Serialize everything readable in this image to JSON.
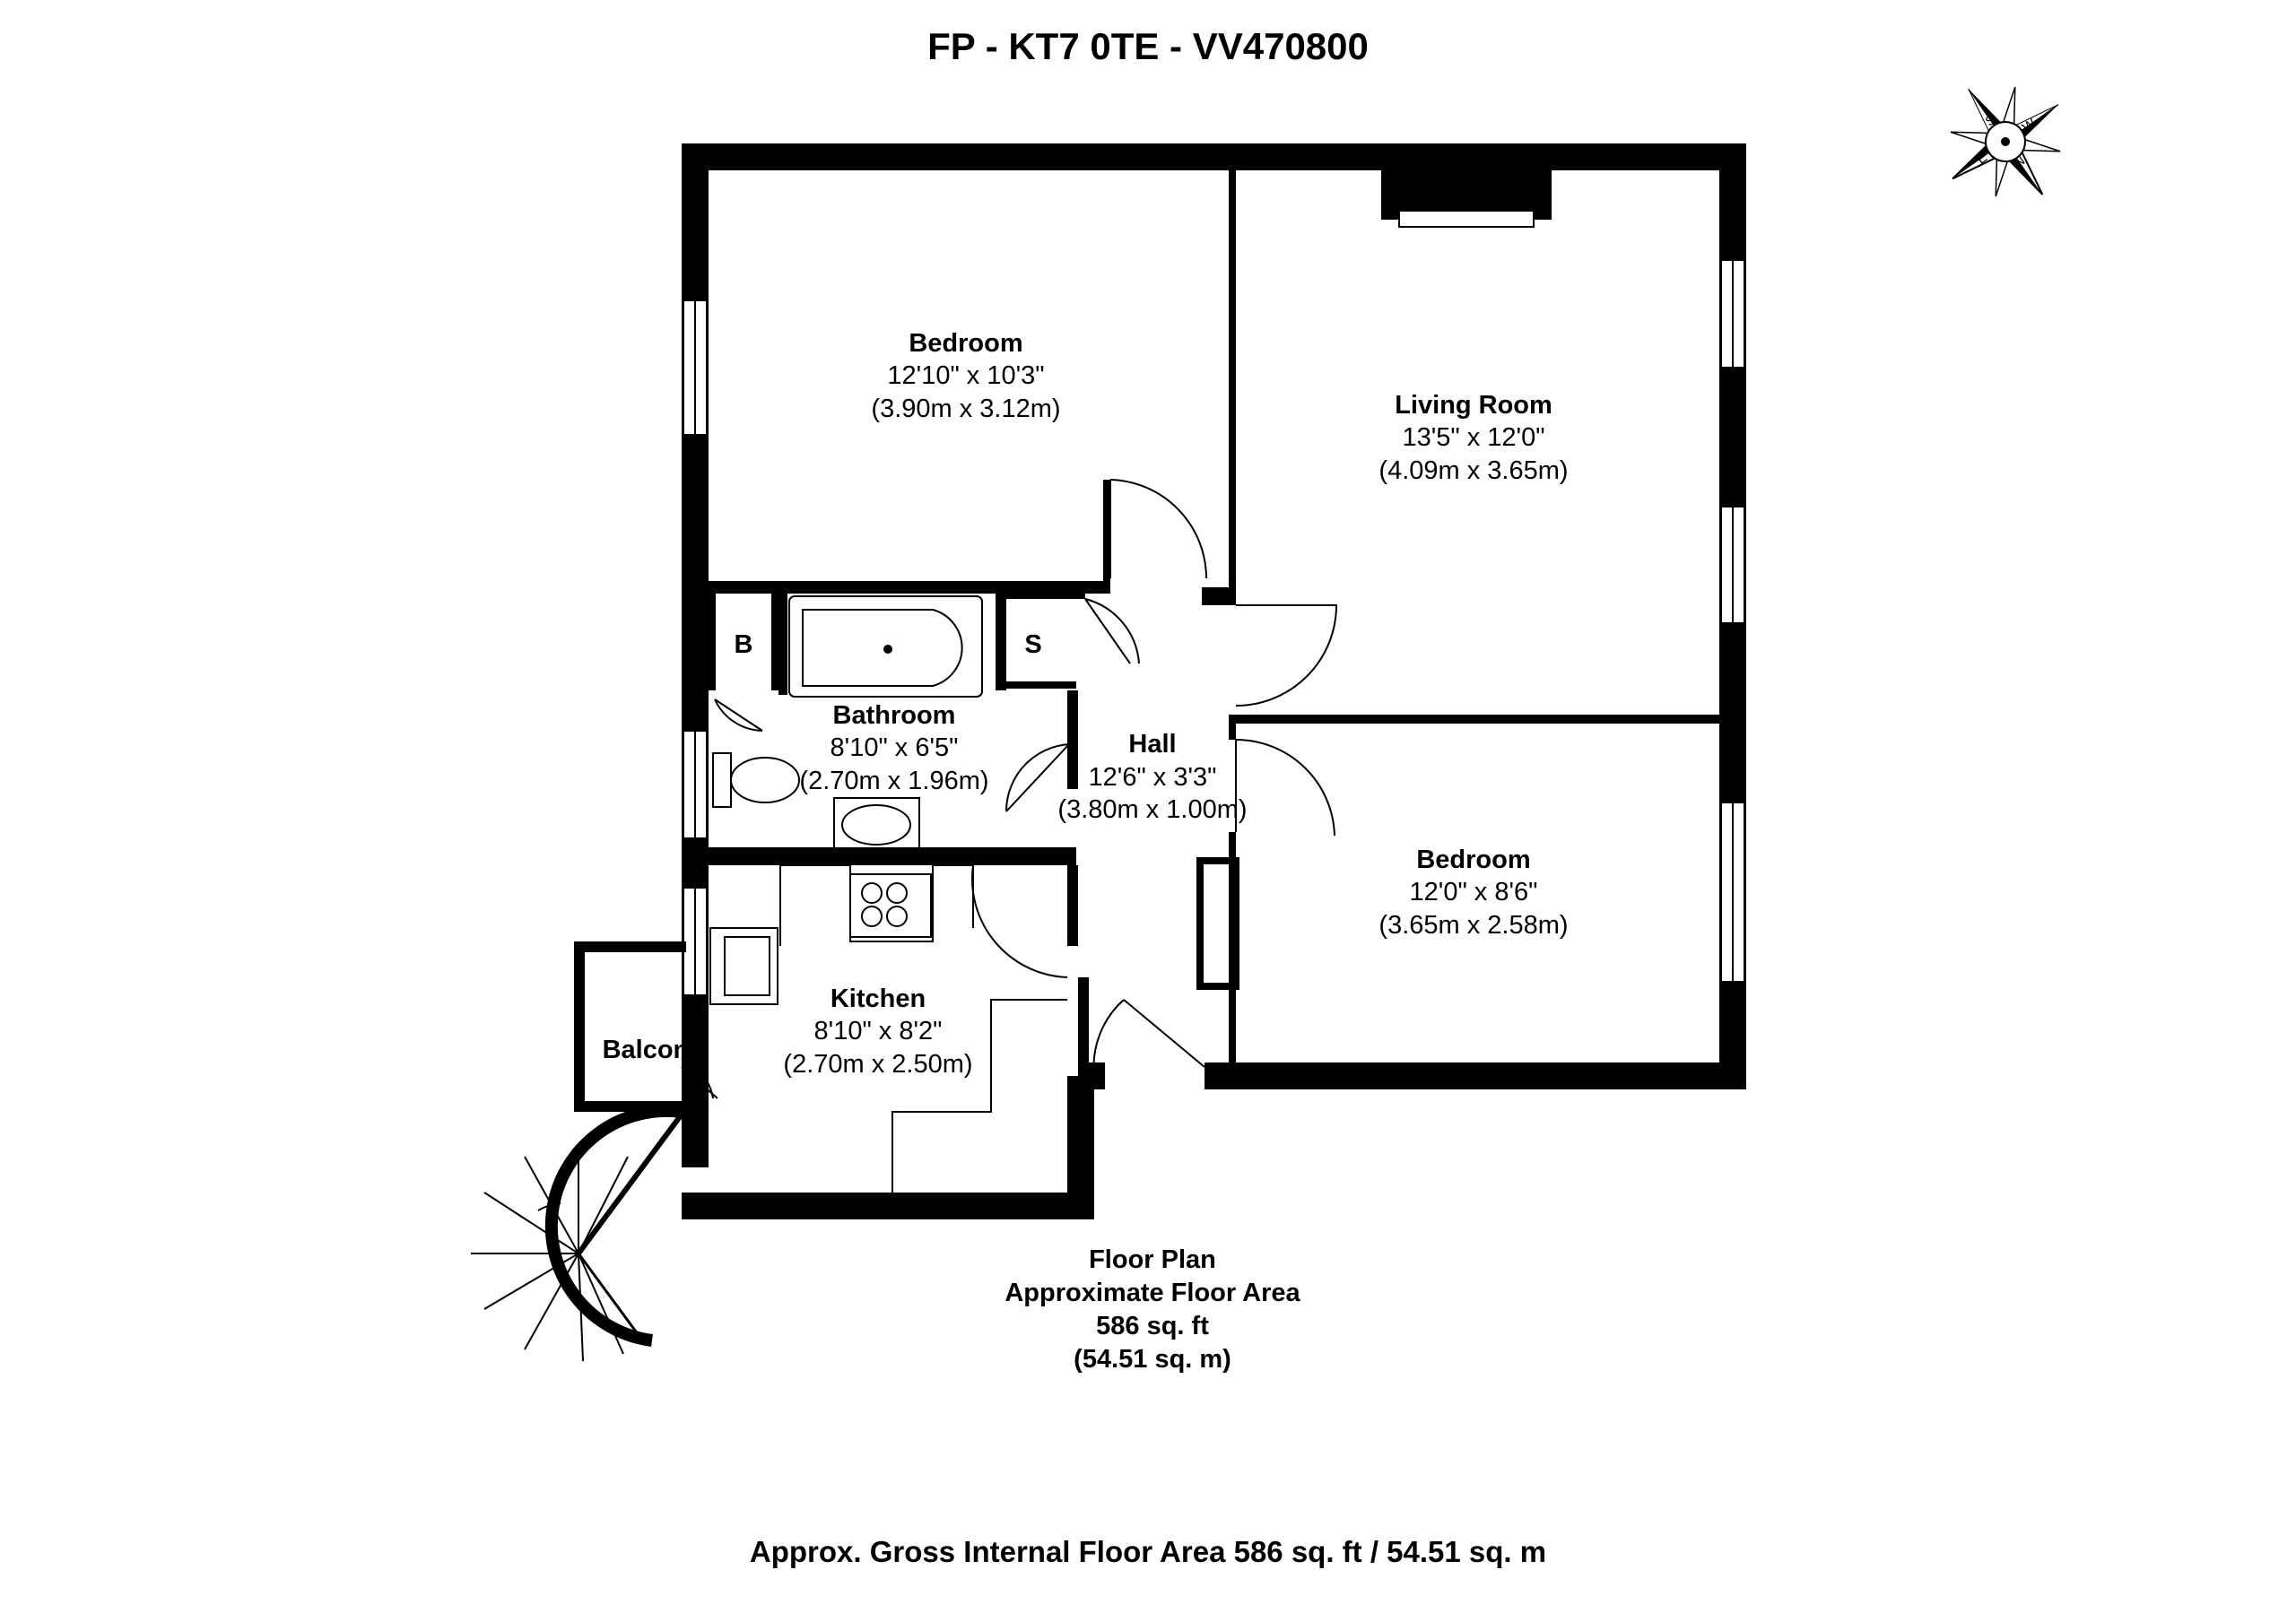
{
  "header": {
    "title": "FP - KT7 0TE - VV470800"
  },
  "rooms": {
    "bedroom1": {
      "name": "Bedroom",
      "imperial": "12'10\" x 10'3\"",
      "metric": "(3.90m x 3.12m)"
    },
    "living": {
      "name": "Living Room",
      "imperial": "13'5\" x 12'0\"",
      "metric": "(4.09m x 3.65m)"
    },
    "bathroom": {
      "name": "Bathroom",
      "imperial": "8'10\" x 6'5\"",
      "metric": "(2.70m x 1.96m)"
    },
    "hall": {
      "name": "Hall",
      "imperial": "12'6\" x 3'3\"",
      "metric": "(3.80m x 1.00m)"
    },
    "bedroom2": {
      "name": "Bedroom",
      "imperial": "12'0\" x 8'6\"",
      "metric": "(3.65m x 2.58m)"
    },
    "kitchen": {
      "name": "Kitchen",
      "imperial": "8'10\" x 8'2\"",
      "metric": "(2.70m x 2.50m)"
    },
    "balcony": {
      "name": "Balcony"
    },
    "boiler": {
      "name": "B"
    },
    "storage": {
      "name": "S"
    }
  },
  "summary": {
    "line1": "Floor Plan",
    "line2": "Approximate Floor Area",
    "line3": "586 sq. ft",
    "line4": "(54.51 sq. m)"
  },
  "compass": {
    "n": "N",
    "s": "S",
    "e": "E",
    "w": "W"
  },
  "footer": {
    "text": "Approx. Gross Internal Floor Area 586 sq. ft / 54.51 sq. m"
  }
}
